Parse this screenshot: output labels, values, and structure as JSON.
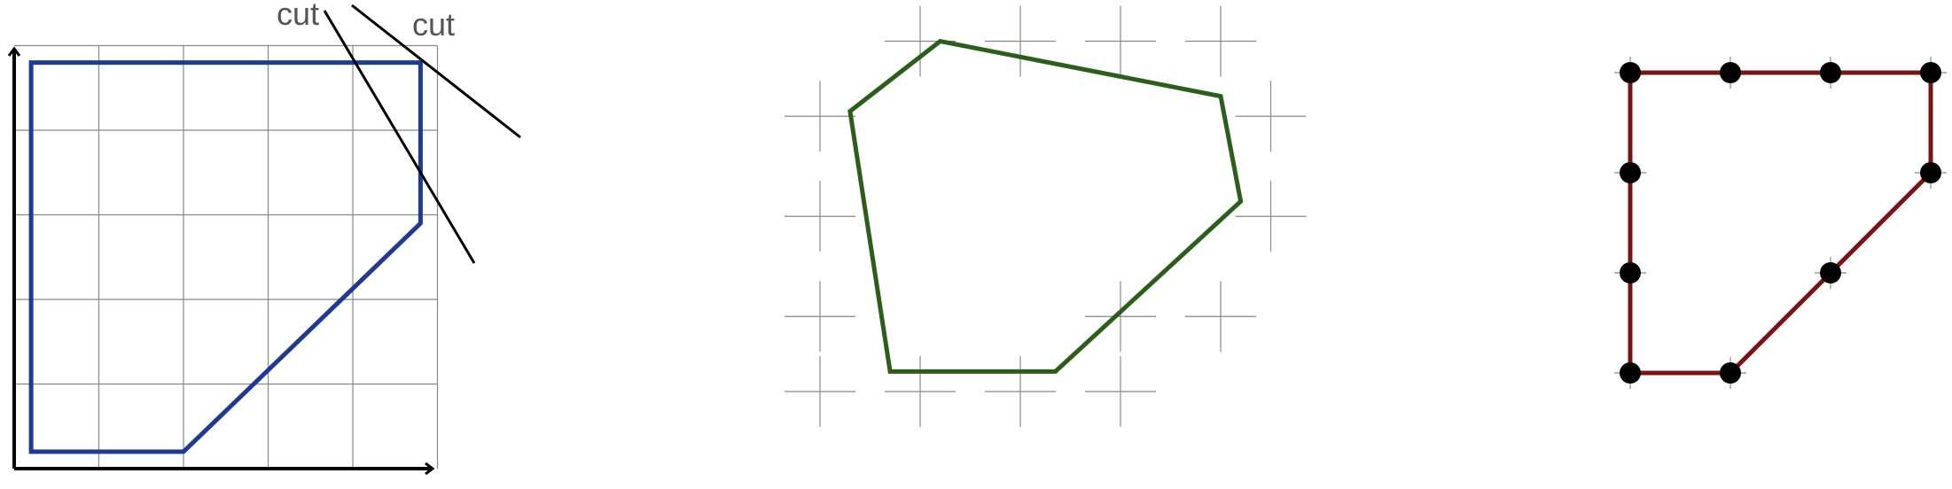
{
  "panels": {
    "left": {
      "cut_labels": [
        "cut",
        "cut"
      ],
      "colors": {
        "polygon": "#1f3a93",
        "grid": "#888888",
        "axis": "#000000",
        "cut_line": "#000000"
      },
      "grid": {
        "cols": 5,
        "rows": 5
      },
      "polygon": [
        [
          0.2,
          4.8
        ],
        [
          4.8,
          4.8
        ],
        [
          4.8,
          2.9
        ],
        [
          2.0,
          0.2
        ],
        [
          0.2,
          0.2
        ]
      ]
    },
    "middle": {
      "colors": {
        "polygon": "#2a5e1a",
        "grid": "#888888"
      },
      "polygon": [
        [
          0.3,
          3.8
        ],
        [
          1.2,
          4.5
        ],
        [
          4.0,
          3.95
        ],
        [
          4.2,
          2.9
        ],
        [
          2.35,
          1.2
        ],
        [
          0.7,
          1.2
        ]
      ]
    },
    "right": {
      "colors": {
        "polygon": "#7a1414",
        "vertex": "#000000",
        "grid": "#888888"
      },
      "polygon": [
        [
          0,
          3
        ],
        [
          3,
          3
        ],
        [
          3,
          2
        ],
        [
          1,
          0
        ],
        [
          0,
          0
        ]
      ],
      "lattice_points": [
        [
          0,
          0
        ],
        [
          1,
          0
        ],
        [
          0,
          1
        ],
        [
          2,
          1
        ],
        [
          0,
          2
        ],
        [
          3,
          2
        ],
        [
          0,
          3
        ],
        [
          1,
          3
        ],
        [
          2,
          3
        ],
        [
          3,
          3
        ]
      ]
    }
  }
}
